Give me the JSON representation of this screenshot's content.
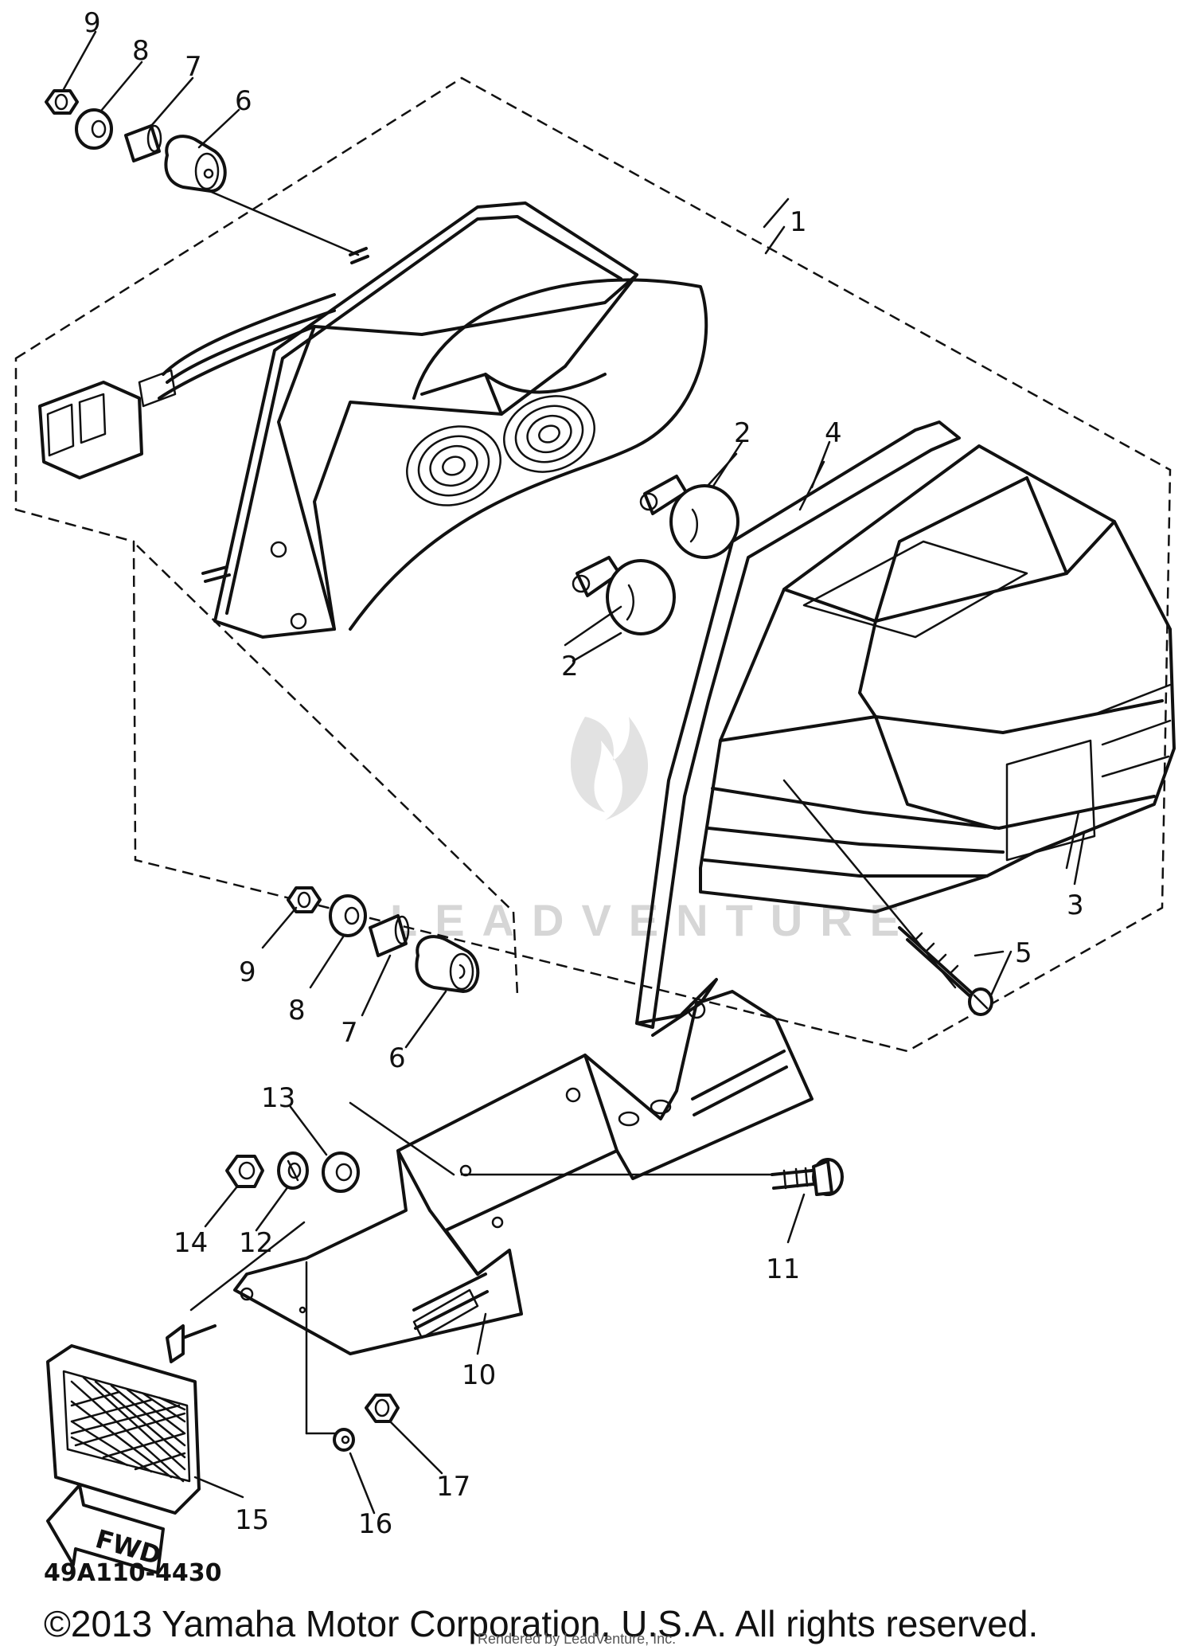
{
  "diagram": {
    "drawing_number": "49A110-4430",
    "copyright": "©2013 Yamaha Motor Corporation, U.S.A. All rights reserved.",
    "rendered_by": "Rendered by LeadVenture, Inc.",
    "watermark": "LEADVENTURE",
    "fwd_label": "FWD",
    "callouts": {
      "c1": "1",
      "c2a": "2",
      "c2b": "2",
      "c3": "3",
      "c4": "4",
      "c5": "5",
      "c6a": "6",
      "c6b": "6",
      "c7a": "7",
      "c7b": "7",
      "c8a": "8",
      "c8b": "8",
      "c9a": "9",
      "c9b": "9",
      "c10": "10",
      "c11": "11",
      "c12": "12",
      "c13": "13",
      "c14": "14",
      "c15": "15",
      "c16": "16",
      "c17": "17"
    }
  }
}
